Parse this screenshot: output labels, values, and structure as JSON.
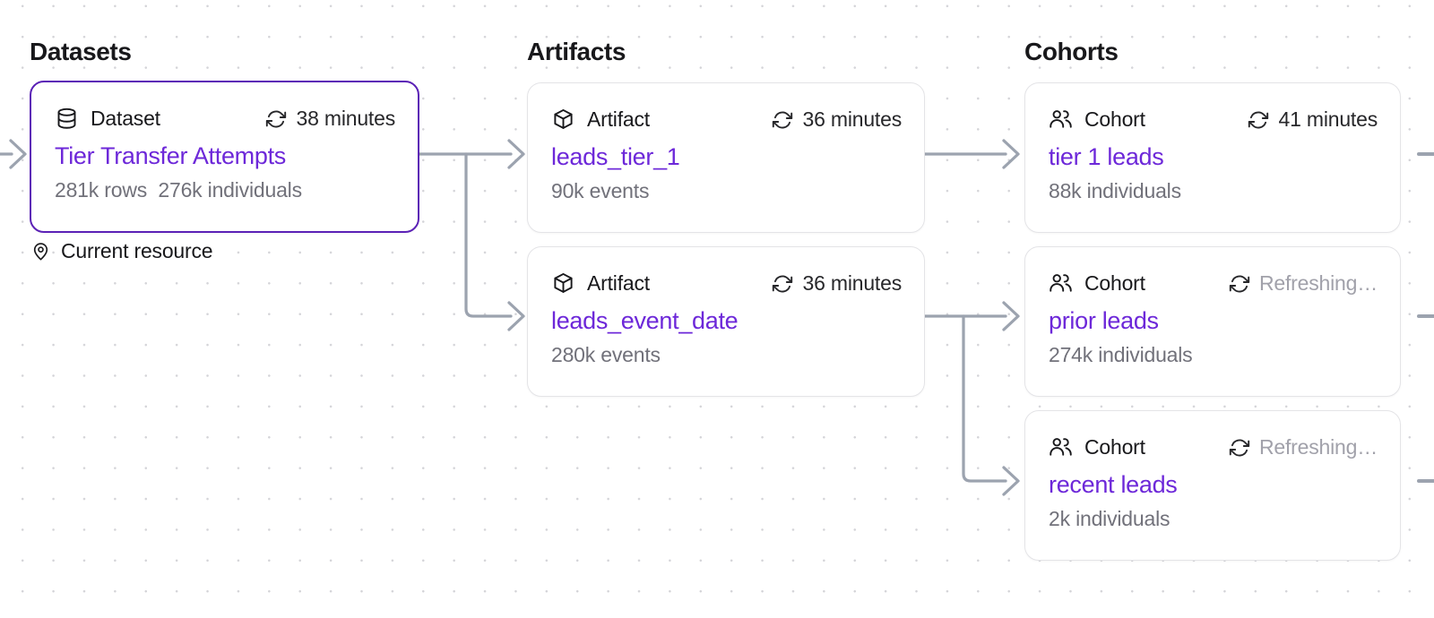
{
  "columns": [
    {
      "title": "Datasets"
    },
    {
      "title": "Artifacts"
    },
    {
      "title": "Cohorts"
    }
  ],
  "nodes": [
    {
      "type_label": "Dataset",
      "icon": "database-icon",
      "title": "Tier Transfer Attempts",
      "meta": "281k rows  276k individuals",
      "status": "38 minutes",
      "refreshing": false,
      "selected": true
    },
    {
      "type_label": "Artifact",
      "icon": "cube-icon",
      "title": "leads_tier_1",
      "meta": "90k events",
      "status": "36 minutes",
      "refreshing": false,
      "selected": false
    },
    {
      "type_label": "Artifact",
      "icon": "cube-icon",
      "title": "leads_event_date",
      "meta": "280k events",
      "status": "36 minutes",
      "refreshing": false,
      "selected": false
    },
    {
      "type_label": "Cohort",
      "icon": "users-icon",
      "title": "tier 1 leads",
      "meta": "88k individuals",
      "status": "41 minutes",
      "refreshing": false,
      "selected": false
    },
    {
      "type_label": "Cohort",
      "icon": "users-icon",
      "title": "prior leads",
      "meta": "274k individuals",
      "status": "Refreshing…",
      "refreshing": true,
      "selected": false
    },
    {
      "type_label": "Cohort",
      "icon": "users-icon",
      "title": "recent leads",
      "meta": "2k individuals",
      "status": "Refreshing…",
      "refreshing": true,
      "selected": false
    }
  ],
  "legend": {
    "current_resource": "Current resource",
    "icon": "map-pin-icon"
  },
  "colors": {
    "accent": "#6d28d9",
    "selected_border": "#5b21b6",
    "connector": "#9ca3af",
    "muted": "#a1a1aa",
    "text": "#18181b",
    "meta_text": "#71717a",
    "card_border": "#e4e4e7",
    "dot": "#d4d4d8",
    "bg": "#ffffff"
  }
}
